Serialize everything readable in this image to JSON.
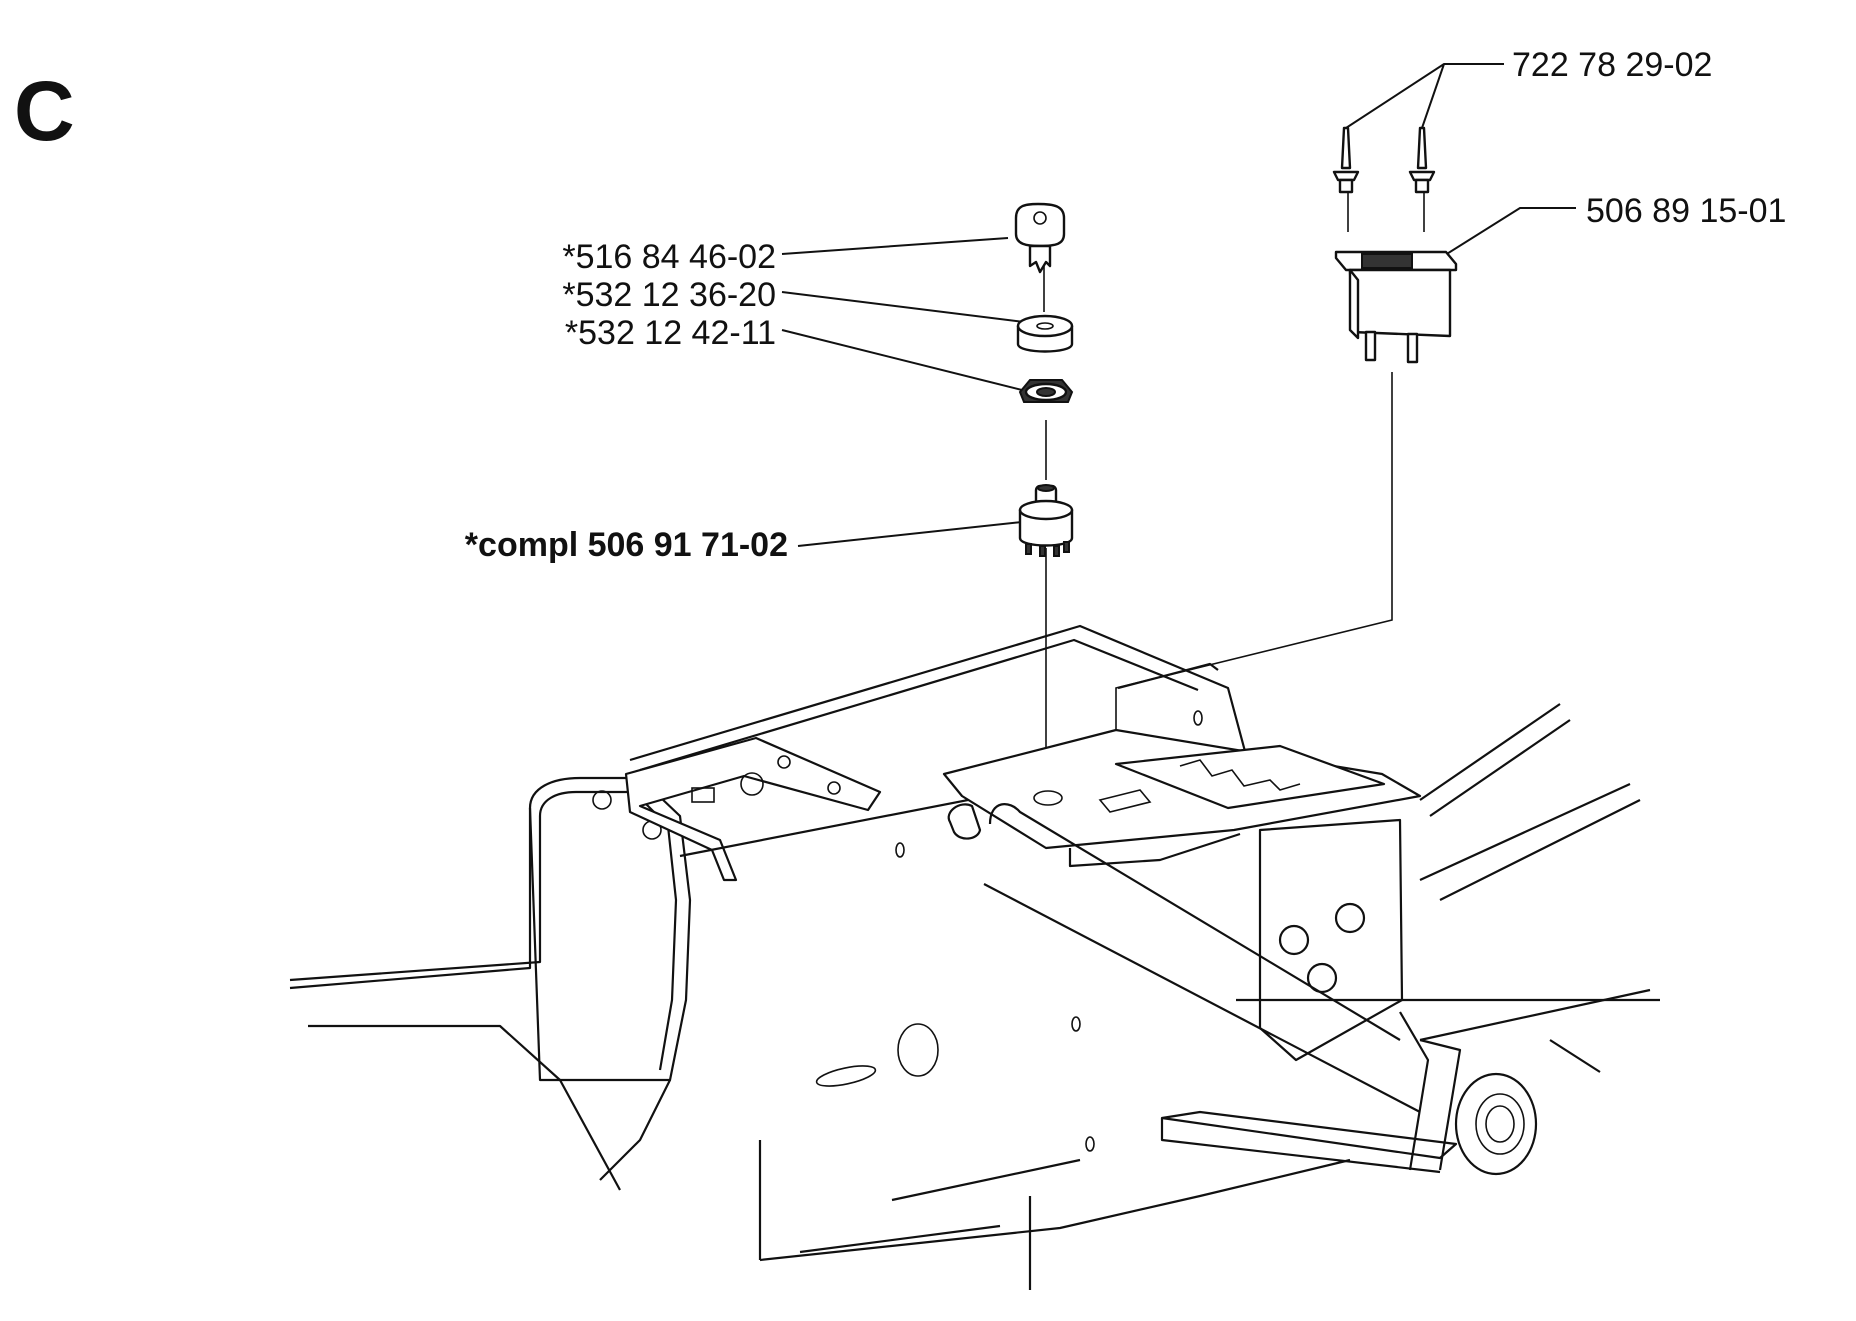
{
  "section_letter": "C",
  "labels": {
    "rivets": "722 78 29-02",
    "switch_relay": "506 89 15-01",
    "key": "*516 84 46-02",
    "cap": "*532 12 36-20",
    "nut": "*532 12 42-11",
    "ignition_switch": "*compl 506 91 71-02"
  },
  "colors": {
    "line": "#111111",
    "background": "#ffffff"
  }
}
